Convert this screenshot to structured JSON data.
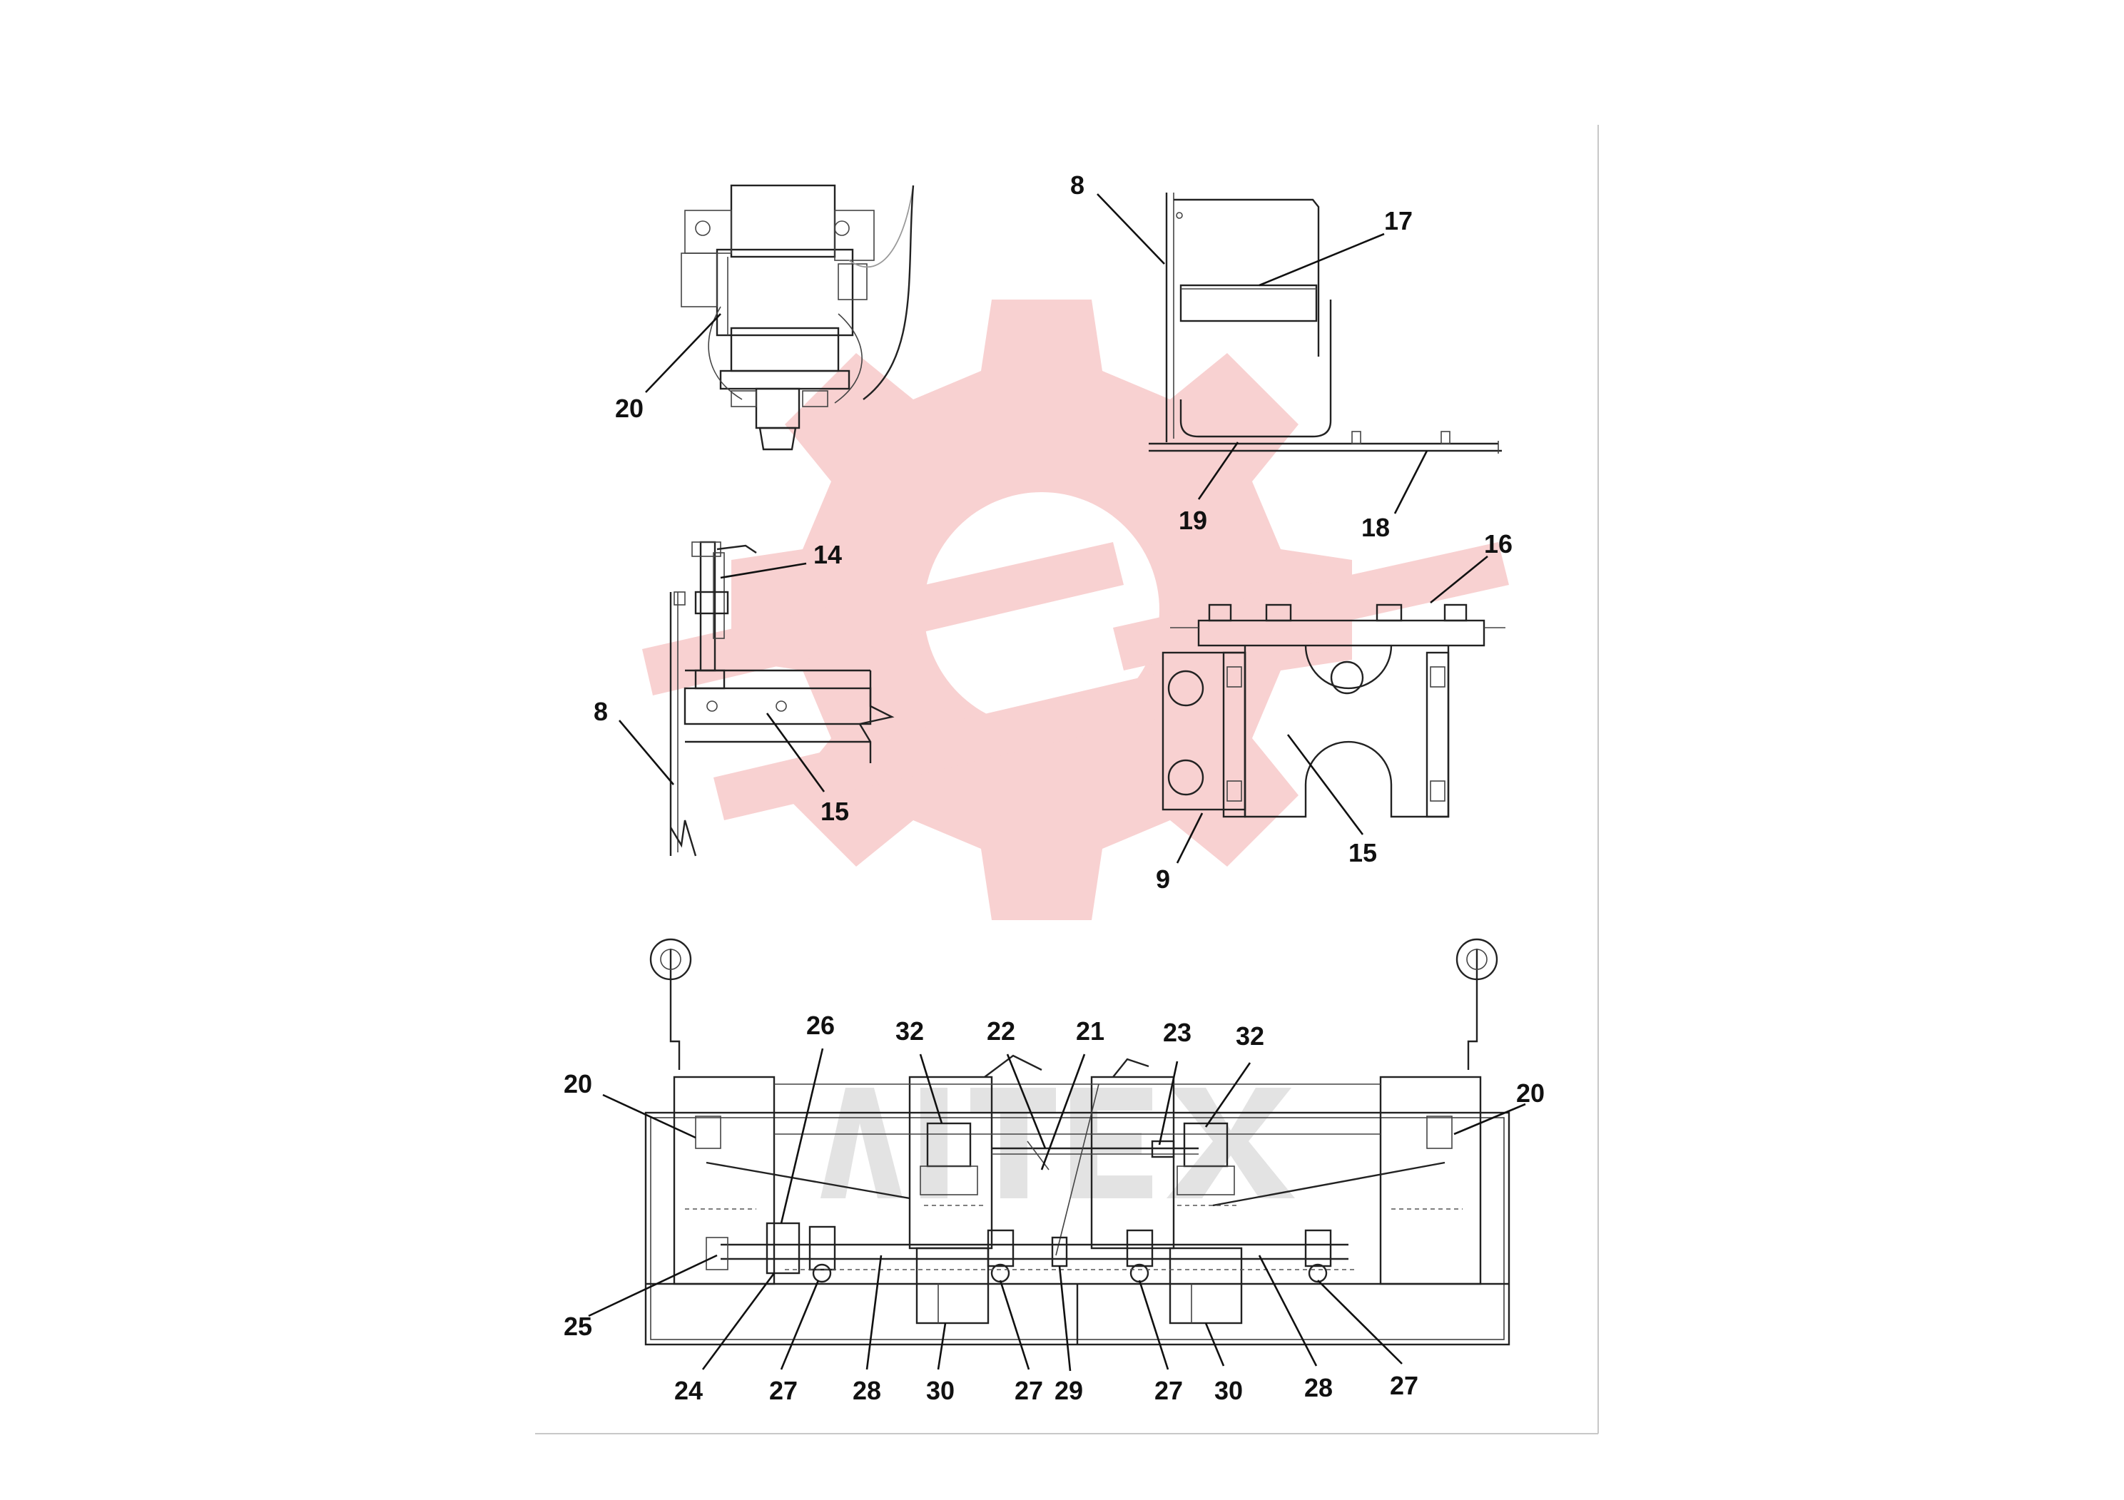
{
  "views": {
    "solenoid_view": {
      "callouts": [
        "20"
      ]
    },
    "bracket_side_view": {
      "callouts": [
        "8",
        "17",
        "19",
        "18"
      ]
    },
    "switch_side_view": {
      "callouts": [
        "14",
        "8",
        "15"
      ]
    },
    "bracket_front_view": {
      "callouts": [
        "16",
        "9",
        "15"
      ]
    },
    "assembly_view": {
      "top_callouts": [
        "26",
        "32",
        "22",
        "21",
        "23",
        "32"
      ],
      "side_callouts": [
        "20",
        "20",
        "25"
      ],
      "bottom_callouts": [
        "24",
        "27",
        "28",
        "30",
        "27",
        "29",
        "27",
        "30",
        "28",
        "27"
      ]
    }
  },
  "colors": {
    "line": "#222222",
    "watermark_gear": "#f7c9c9",
    "watermark_text": "#e3e3e3"
  },
  "icons": {
    "watermark": "gear-logo-icon"
  }
}
